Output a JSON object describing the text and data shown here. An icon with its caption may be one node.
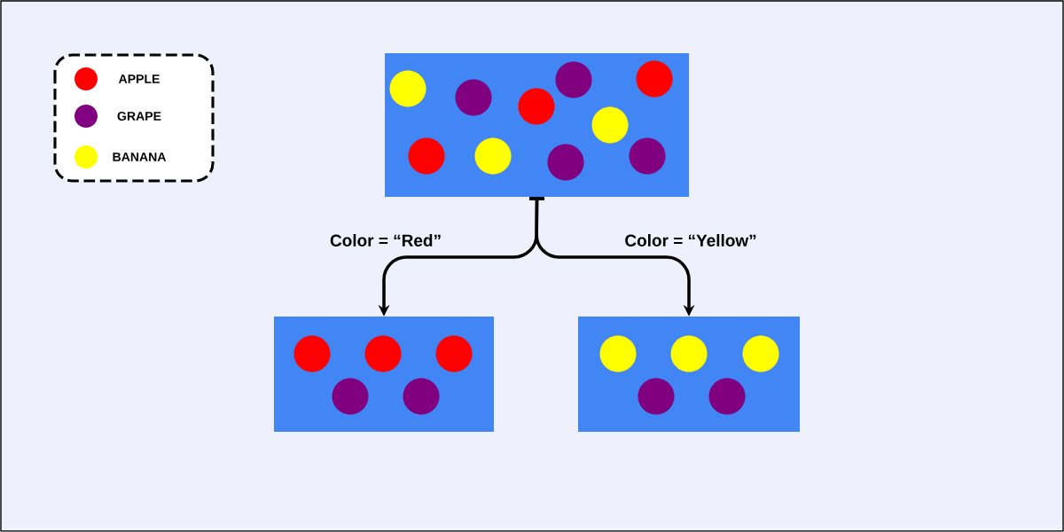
{
  "diagram": {
    "nodes": [
      {
        "text": [],
        "shape": "box"
      },
      {
        "text": [],
        "shape": "box"
      },
      {
        "text": [],
        "shape": "box"
      }
    ],
    "edges": [
      {
        "from": 0,
        "to": 1,
        "arrow": "to",
        "label": "Color = “Red”"
      },
      {
        "from": 0,
        "to": 2,
        "arrow": "to",
        "label": "Color = “Yellow”"
      }
    ],
    "legend": [
      {
        "text": "APPLE",
        "color": "#ff0000"
      },
      {
        "text": "GRAPE",
        "color": "#800080"
      },
      {
        "text": "BANANA",
        "color": "#ffff00"
      }
    ]
  }
}
